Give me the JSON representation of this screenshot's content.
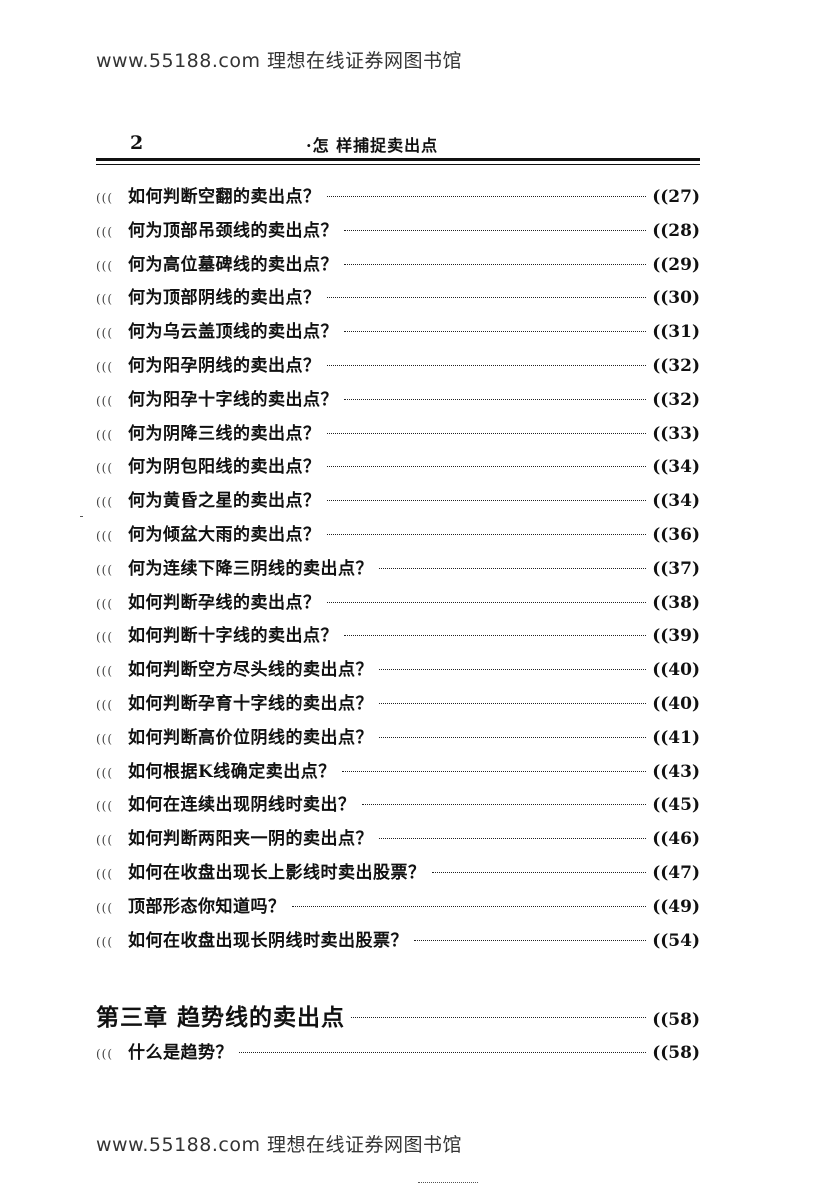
{
  "watermark": {
    "top": "www.55188.com 理想在线证券网图书馆",
    "bottom": "www.55188.com 理想在线证券网图书馆"
  },
  "header": {
    "page_number": "2",
    "running_title": "·怎 样捕捉卖出点"
  },
  "toc": {
    "entries": [
      {
        "indent": "(((",
        "title": "如何判断空翻的卖出点？",
        "page": "((27)"
      },
      {
        "indent": "(((",
        "title": "何为顶部吊颈线的卖出点？",
        "page": "((28)"
      },
      {
        "indent": "(((",
        "title": "何为高位墓碑线的卖出点？",
        "page": "((29)"
      },
      {
        "indent": "(((",
        "title": "何为顶部阴线的卖出点？",
        "page": "((30)"
      },
      {
        "indent": "(((",
        "title": "何为乌云盖顶线的卖出点？",
        "page": "((31)"
      },
      {
        "indent": "(((",
        "title": "何为阳孕阴线的卖出点？",
        "page": "((32)"
      },
      {
        "indent": "(((",
        "title": "何为阳孕十字线的卖出点？",
        "page": "((32)"
      },
      {
        "indent": "(((",
        "title": "何为阴降三线的卖出点？",
        "page": "((33)"
      },
      {
        "indent": "(((",
        "title": "何为阴包阳线的卖出点？",
        "page": "((34)"
      },
      {
        "indent": "(((",
        "title": "何为黄昏之星的卖出点？",
        "page": "((34)"
      },
      {
        "indent": "(((",
        "title": "何为倾盆大雨的卖出点？",
        "page": "((36)"
      },
      {
        "indent": "(((",
        "title": "何为连续下降三阴线的卖出点？",
        "page": "((37)"
      },
      {
        "indent": "(((",
        "title": "如何判断孕线的卖出点？",
        "page": "((38)"
      },
      {
        "indent": "(((",
        "title": "如何判断十字线的卖出点？",
        "page": "((39)"
      },
      {
        "indent": "(((",
        "title": "如何判断空方尽头线的卖出点？",
        "page": "((40)"
      },
      {
        "indent": "(((",
        "title": "如何判断孕育十字线的卖出点？",
        "page": "((40)"
      },
      {
        "indent": "(((",
        "title": "如何判断高价位阴线的卖出点？",
        "page": "((41)"
      },
      {
        "indent": "(((",
        "title": "如何根据K线确定卖出点？",
        "page": "((43)"
      },
      {
        "indent": "(((",
        "title": "如何在连续出现阴线时卖出？",
        "page": "((45)"
      },
      {
        "indent": "(((",
        "title": "如何判断两阳夹一阴的卖出点？",
        "page": "((46)"
      },
      {
        "indent": "(((",
        "title": "如何在收盘出现长上影线时卖出股票？",
        "page": "((47)"
      },
      {
        "indent": "(((",
        "title": "顶部形态你知道吗？",
        "page": "((49)"
      },
      {
        "indent": "(((",
        "title": "如何在收盘出现长阴线时卖出股票？",
        "page": "((54)"
      }
    ]
  },
  "chapter": {
    "title": "第三章 趋势线的卖出点",
    "page": "((58)"
  },
  "chapter_entries": [
    {
      "indent": "(((",
      "title": "什么是趋势？",
      "page": "((58)"
    }
  ]
}
